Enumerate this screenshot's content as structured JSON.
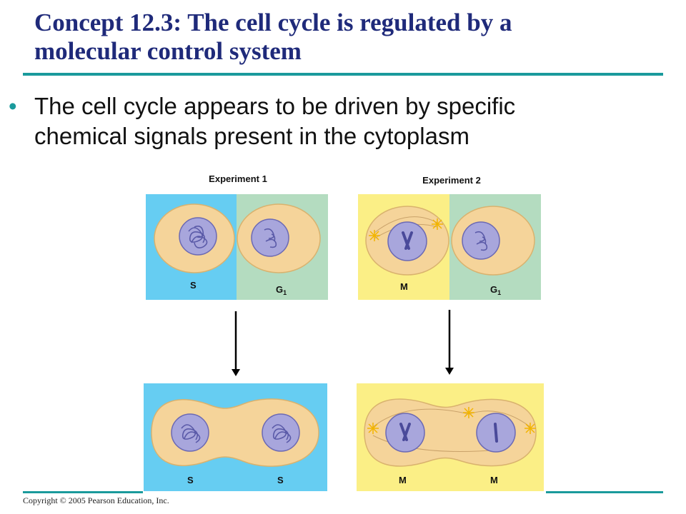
{
  "slide": {
    "title_line1": "Concept 12.3: The cell cycle is regulated by a",
    "title_line2": "molecular control system",
    "bullet_line1": "The cell cycle appears to be driven by specific",
    "bullet_line2": "chemical signals present in the cytoplasm",
    "copyright": "Copyright © 2005 Pearson Education, Inc."
  },
  "experiments": [
    {
      "label": "Experiment 1",
      "before": {
        "left_phase": "S",
        "right_phase": "G",
        "right_sub": "1"
      },
      "after": {
        "left_phase": "S",
        "right_phase": "S"
      }
    },
    {
      "label": "Experiment 2",
      "before": {
        "left_phase": "M",
        "right_phase": "G",
        "right_sub": "1"
      },
      "after": {
        "left_phase": "M",
        "right_phase": "M"
      }
    }
  ],
  "colors": {
    "title": "#1f2a7a",
    "rule": "#1a9a9c",
    "s_phase_bg": "#66cdf2",
    "g1_phase_bg": "#b4dcc0",
    "m_phase_bg": "#fbef86",
    "cell_fill": "#f5d49a",
    "nucleus_fill": "#a8a6dc",
    "chromosome": "#5a5aa8"
  }
}
